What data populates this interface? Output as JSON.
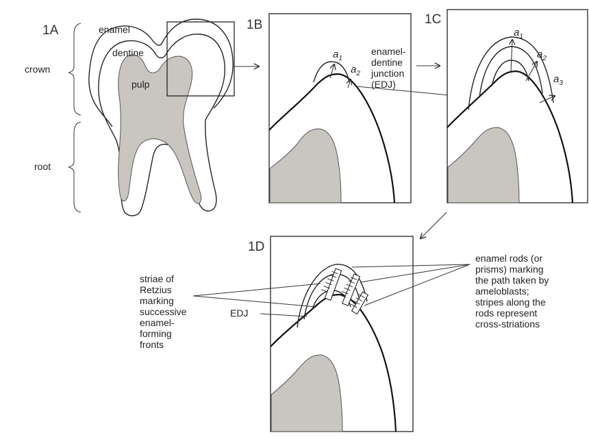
{
  "panels": {
    "a": "1A",
    "b": "1B",
    "c": "1C",
    "d": "1D"
  },
  "regions": {
    "crown": "crown",
    "root": "root"
  },
  "tissues": {
    "enamel": "enamel",
    "dentine": "dentine",
    "pulp": "pulp"
  },
  "fronts": {
    "a1": "a",
    "a1_sub": "1",
    "a2": "a",
    "a2_sub": "2",
    "a3": "a",
    "a3_sub": "3"
  },
  "edj_label": {
    "line1": "enamel-",
    "line2": "dentine",
    "line3": "junction",
    "line4": "(EDJ)"
  },
  "striae_label": {
    "line1": "striae of",
    "line2": "Retzius",
    "line3": "marking",
    "line4": "successive",
    "line5": "enamel-",
    "line6": "forming",
    "line7": "fronts"
  },
  "edj_short": "EDJ",
  "rods_label": {
    "line1": "enamel rods (or",
    "line2": "prisms) marking",
    "line3": "the path taken by",
    "line4": "ameloblasts;",
    "line5": "stripes along the",
    "line6": "rods represent",
    "line7": "cross-striations"
  }
}
